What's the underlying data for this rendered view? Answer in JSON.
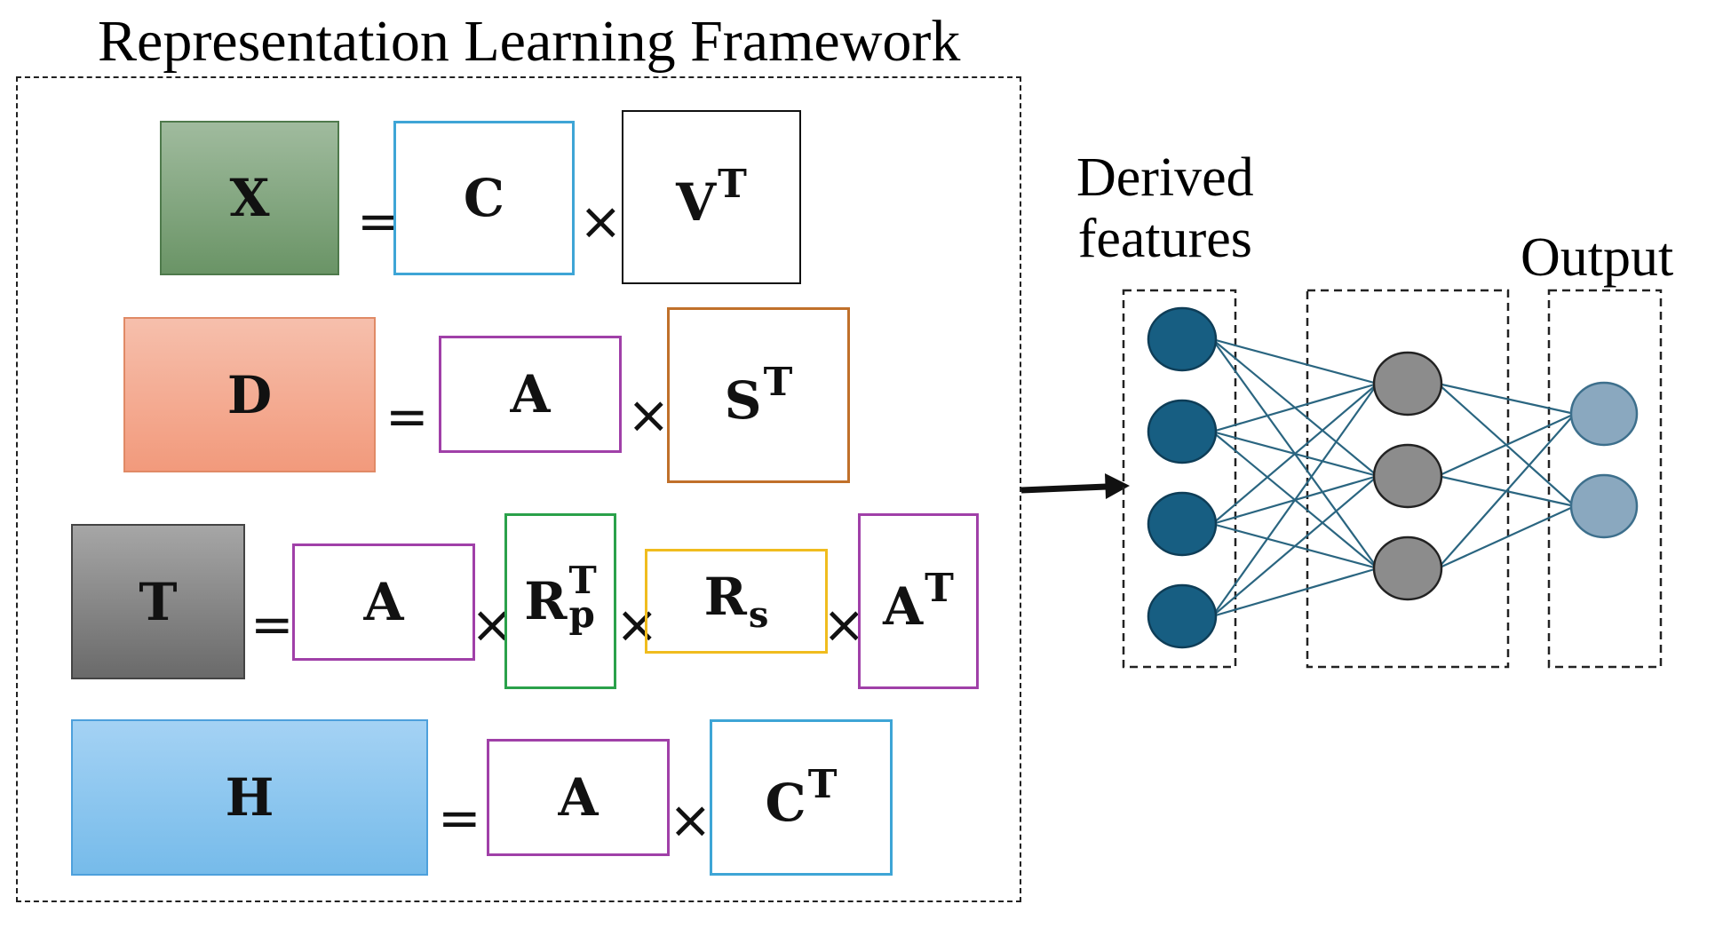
{
  "framework": {
    "title": "Representation Learning Framework",
    "equations": [
      {
        "lhs": "X",
        "factors": [
          {
            "base": "C"
          },
          {
            "base": "V",
            "sup": "T"
          }
        ]
      },
      {
        "lhs": "D",
        "factors": [
          {
            "base": "A"
          },
          {
            "base": "S",
            "sup": "T"
          }
        ]
      },
      {
        "lhs": "T",
        "factors": [
          {
            "base": "A"
          },
          {
            "base": "R",
            "sup": "T",
            "sub": "p"
          },
          {
            "base": "R",
            "sub": "s"
          },
          {
            "base": "A",
            "sup": "T"
          }
        ]
      },
      {
        "lhs": "H",
        "factors": [
          {
            "base": "A"
          },
          {
            "base": "C",
            "sup": "T"
          }
        ]
      }
    ],
    "equals": "=",
    "times": "×"
  },
  "network": {
    "label_input_line1": "Derived",
    "label_input_line2": "features",
    "label_output": "Output",
    "layers": [
      4,
      3,
      2
    ]
  },
  "colors": {
    "X": "#7a9e78",
    "D": "#f2a488",
    "T": "#7d7d7d",
    "H": "#86c2ee",
    "C_box": "#3ea5d6",
    "A_box": "#a040a8",
    "R_p_box": "#2aa14a",
    "R_s_box": "#f0bc1e",
    "S_box": "#c0702a",
    "V_box": "#111111",
    "input_node": "#175e82",
    "hidden_node": "#8c8c8c",
    "output_node": "#8aa8bf",
    "edges": "#2a6580"
  }
}
